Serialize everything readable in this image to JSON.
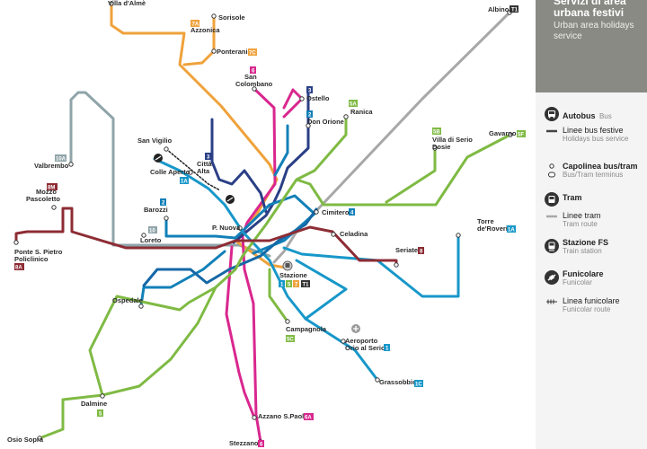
{
  "panel": {
    "title_it": "Servizi di area urbana festivi",
    "title_en": "Urban area holidays service",
    "legend": {
      "autobus": {
        "it": "Autobus",
        "en": "Bus",
        "icon": "bus-icon"
      },
      "linee_festive": {
        "it": "Linee bus festive",
        "en": "Holidays bus service",
        "icon": "bus-line-icon"
      },
      "capolinea": {
        "it": "Capolinea bus/tram",
        "en": "Bus/Tram terminus",
        "icon": "terminus-icon"
      },
      "tram": {
        "it": "Tram",
        "icon": "tram-icon"
      },
      "linee_tram": {
        "it": "Linee tram",
        "en": "Tram route",
        "icon": "tram-line-icon"
      },
      "stazione": {
        "it": "Stazione FS",
        "en": "Train station",
        "icon": "train-station-icon"
      },
      "funicolare": {
        "it": "Funicolare",
        "en": "Funicolar",
        "icon": "funicular-icon"
      },
      "linea_funicolare": {
        "it": "Linea funicolare",
        "en": "Funicolar route",
        "icon": "funicular-line-icon"
      }
    }
  },
  "colors": {
    "line_1": "#1797c9",
    "line_2": "#1280b8",
    "line_3": "#2a3f86",
    "line_5": "#7fba44",
    "line_6": "#d9278f",
    "line_7": "#efa23b",
    "line_8": "#8d2c34",
    "line_10": "#8fa4a9",
    "tram": "#9a9a9a"
  },
  "map": {
    "stops": {
      "villa_almè": "Villa d'Almè",
      "sorisole": "Sorisole",
      "azzonica": "Azzonica",
      "ponteranica": "Ponteranica",
      "san_colombano": "San Colombano",
      "ostello": "Ostello",
      "don_orione": "Don Orione",
      "ranica": "Ranica",
      "villa_di_serio": "Villa di Serio Dosie",
      "gavarno": "Gavarno",
      "albino": "Albino",
      "san_vigilio": "San Vigilio",
      "citta_alta": "Città Alta",
      "colle_aperto": "Colle Aperto",
      "valbrembo": "Valbrembo",
      "mozzo": "Mozzo Pascoletto",
      "barozzi": "Barozzi",
      "loreto": "Loreto",
      "p_nuova": "P. Nuova",
      "cimitero": "Cimitero",
      "celadina": "Celadina",
      "torre_roveri": "Torre de'Roveri",
      "seriate": "Seriate",
      "ponte_san_pietro": "Ponte S. Pietro Policlinico",
      "stazione": "Stazione",
      "ospedale": "Ospedale",
      "campagnola": "Campagnola",
      "aeroporto": "Aeroporto Orio al Serio",
      "grassobbio": "Grassobbio",
      "dalmine": "Dalmine",
      "azzano": "Azzano S.Paolo",
      "osio_sopra": "Osio Sopra",
      "stezzano": "Stezzano"
    },
    "tags": {
      "albino": "T1",
      "sorisole": "7A",
      "ponteranica": "7C",
      "san_colombano": "6",
      "ostello": "3",
      "don_orione": "2",
      "ranica": "5A",
      "villa_di_serio": "5B",
      "gavarno": "5F",
      "citta_alta": "3",
      "colle_aperto": "1A",
      "valbrembo": "10A",
      "mozzo": "8M",
      "ponte_san_pietro": "8A",
      "barozzi": "2",
      "loreto": "10",
      "cimitero": "4",
      "torre_roveri": "1A",
      "seriate": "8",
      "stazione_1": "1",
      "stazione_5": "5",
      "stazione_7": "7",
      "stazione_t1": "T1",
      "campagnola": "5C",
      "aeroporto": "1",
      "grassobbio": "1C",
      "dalmine": "5",
      "azzano": "6A",
      "stezzano": "6"
    }
  }
}
